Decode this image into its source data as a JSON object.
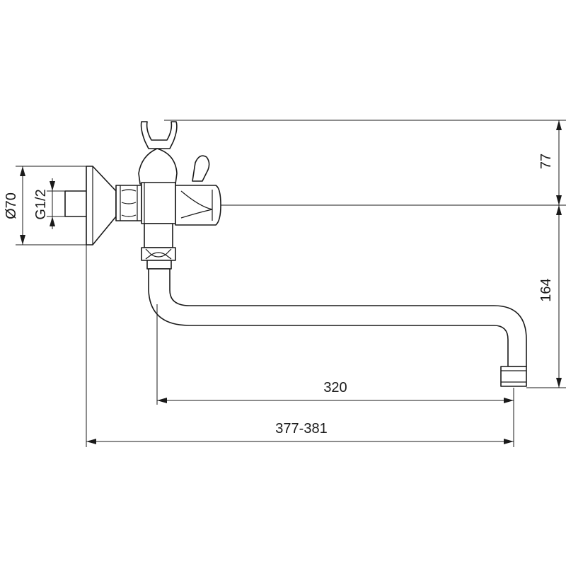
{
  "drawing": {
    "subject": "wall-mounted faucet with swivel spout",
    "dimensions": {
      "flange_diameter": "Ø70",
      "thread_size": "G1/2",
      "handset_height": "77",
      "spout_height": "164",
      "spout_reach": "320",
      "overall_length": "377-381"
    }
  }
}
